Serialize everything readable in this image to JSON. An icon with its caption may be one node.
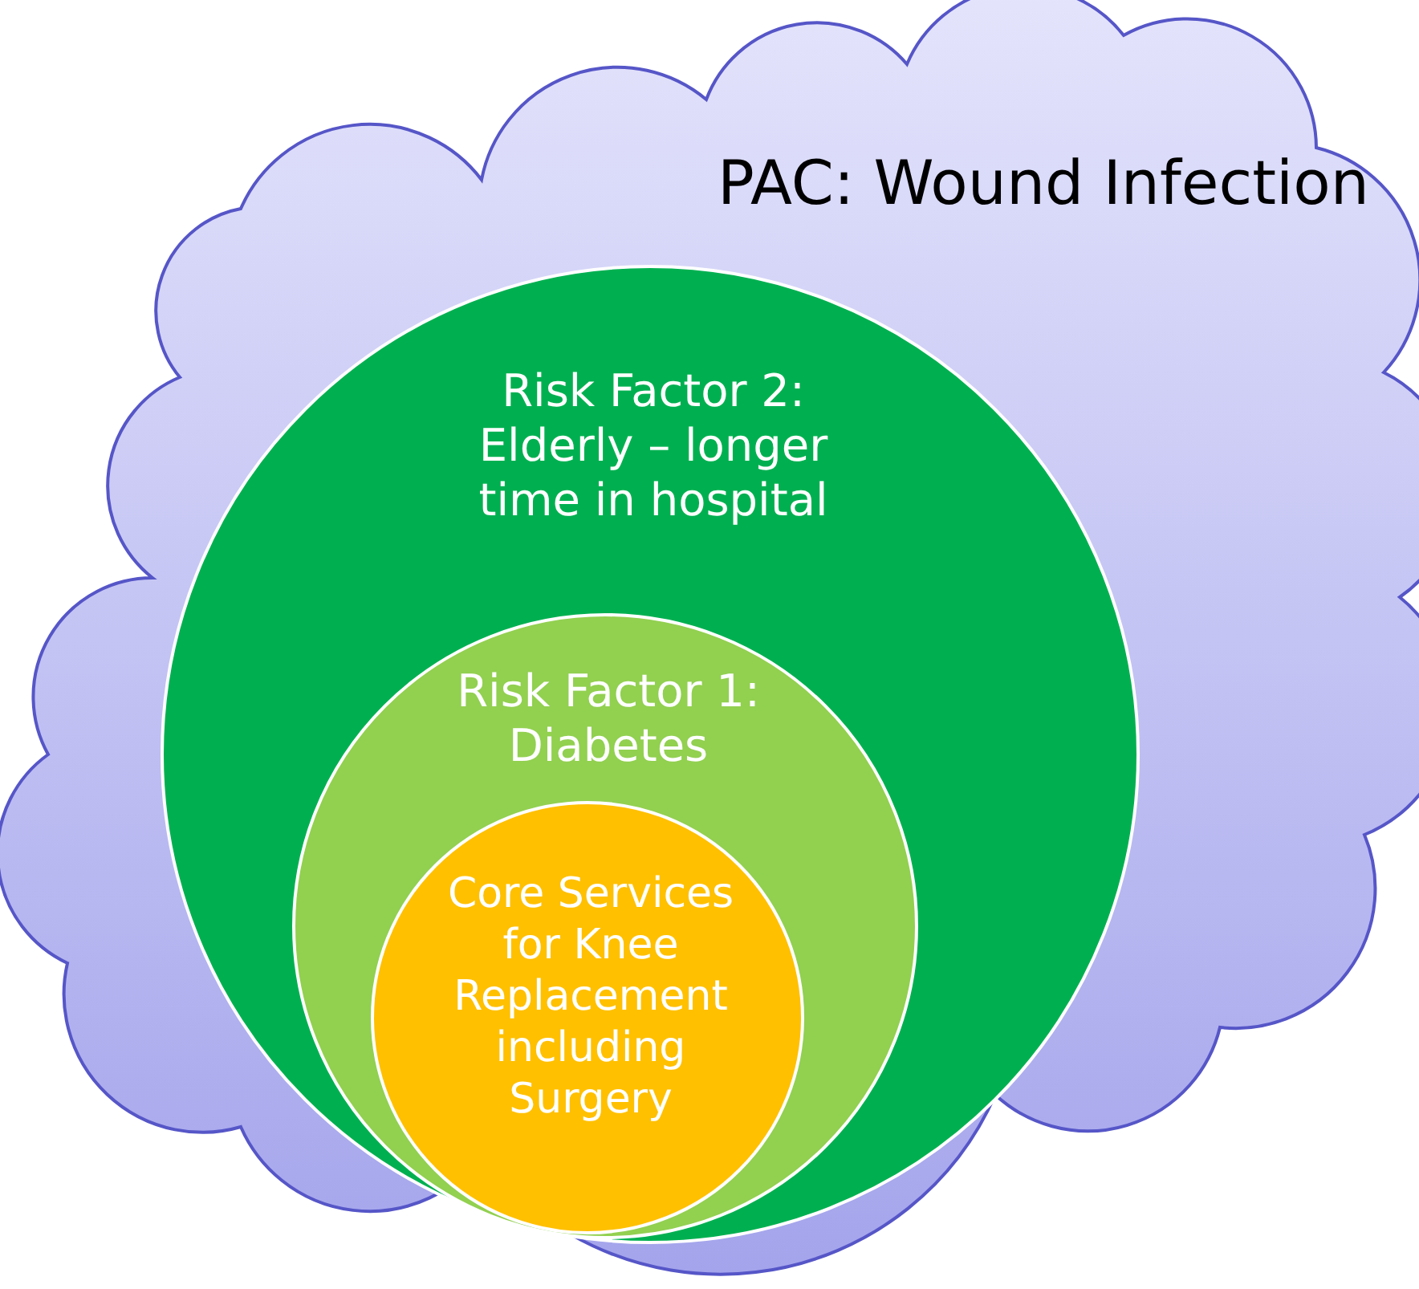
{
  "diagram": {
    "nodes": [
      {
        "text": [
          "PAC: Wound Infection"
        ]
      },
      {
        "text": [
          "Risk Factor 2: Elderly – longer time in hospital"
        ],
        "in": 0
      },
      {
        "text": [
          "Risk Factor 1: Diabetes"
        ],
        "in": 1
      },
      {
        "text": [
          "Core Services for Knee Replacement including Surgery"
        ],
        "in": 2
      }
    ]
  }
}
